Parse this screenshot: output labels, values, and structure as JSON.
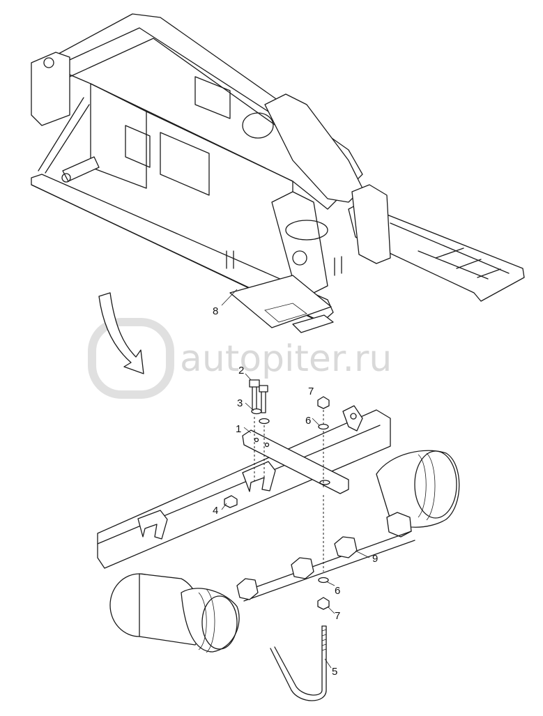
{
  "watermark": {
    "text": "autopiter.ru",
    "icon": "autopiter-logo-icon"
  },
  "callouts": [
    {
      "id": "8",
      "label": "8"
    },
    {
      "id": "2",
      "label": "2"
    },
    {
      "id": "3",
      "label": "3"
    },
    {
      "id": "1",
      "label": "1"
    },
    {
      "id": "4",
      "label": "4"
    },
    {
      "id": "7a",
      "label": "7"
    },
    {
      "id": "6a",
      "label": "6"
    },
    {
      "id": "9",
      "label": "9"
    },
    {
      "id": "6b",
      "label": "6"
    },
    {
      "id": "7b",
      "label": "7"
    },
    {
      "id": "5",
      "label": "5"
    }
  ],
  "colors": {
    "line": "#1a1a1a",
    "watermark": "#d9d9d9",
    "background": "#ffffff"
  }
}
